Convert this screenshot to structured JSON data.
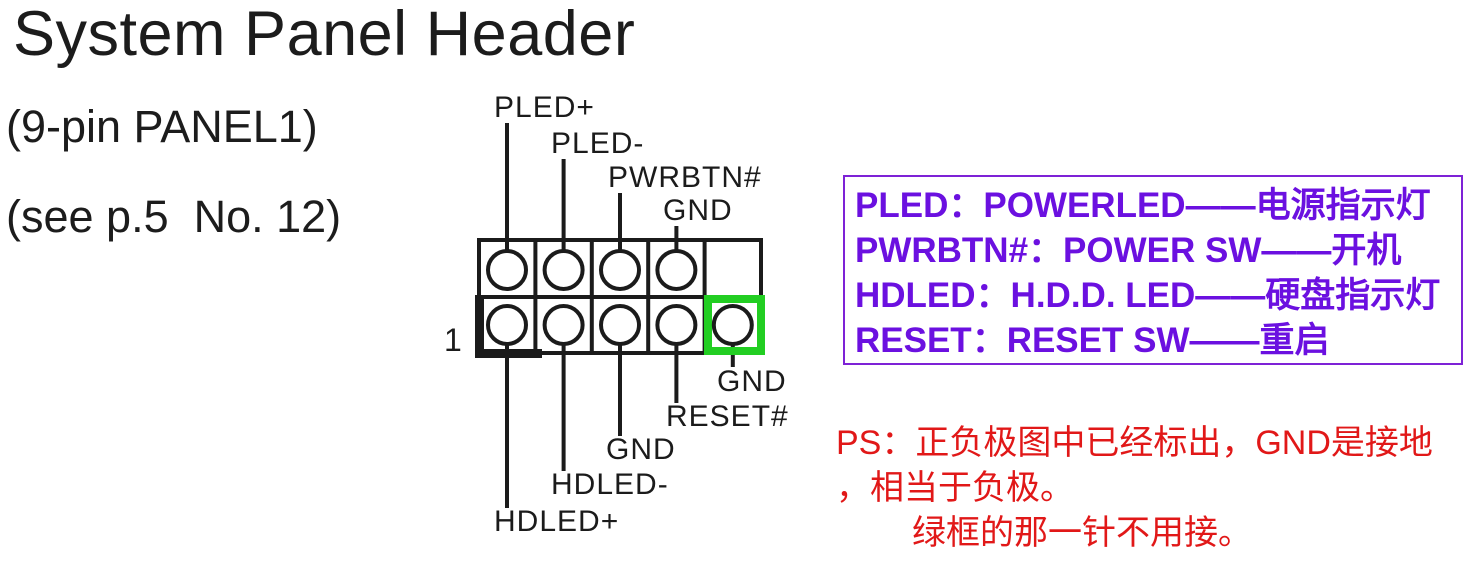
{
  "header": {
    "title": "System Panel Header",
    "subtitle_pin": "(9-pin PANEL1)",
    "subtitle_ref": "(see p.5  No. 12)"
  },
  "connector": {
    "pin1_marker": "1",
    "top_row_labels": [
      "PLED+",
      "PLED-",
      "PWRBTN#",
      "GND"
    ],
    "bottom_row_labels": [
      "HDLED+",
      "HDLED-",
      "GND",
      "RESET#",
      "GND"
    ],
    "rows": 2,
    "columns": 5,
    "empty_position": "top-right",
    "green_box_color": "#22ce22",
    "line_color": "#1b1b1b"
  },
  "legend_box": {
    "border_color": "#7e22d6",
    "text_color": "#6b10e0",
    "lines": [
      "PLED：POWERLED——电源指示灯",
      "PWRBTN#：POWER SW——开机",
      "HDLED：H.D.D. LED——硬盘指示灯",
      "RESET：RESET SW——重启"
    ]
  },
  "ps_note": {
    "text_color": "#e11818",
    "lines": [
      "PS：正负极图中已经标出，GND是接地",
      "，相当于负极。",
      "绿框的那一针不用接。"
    ]
  }
}
